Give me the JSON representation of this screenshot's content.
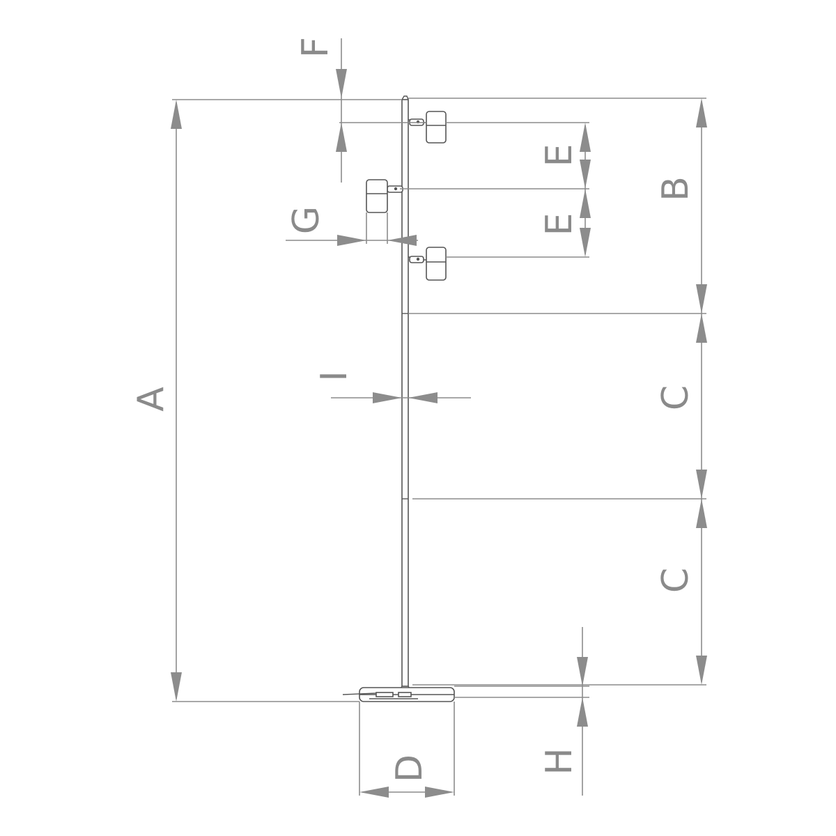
{
  "diagram": {
    "labels": {
      "A": "A",
      "B": "B",
      "C1": "C",
      "C2": "C",
      "D": "D",
      "E1": "E",
      "E2": "E",
      "F": "F",
      "G": "G",
      "H": "H",
      "I": "I"
    },
    "colors": {
      "dimension": "#8c8c8c",
      "outline": "#555555",
      "background": "#ffffff"
    }
  }
}
